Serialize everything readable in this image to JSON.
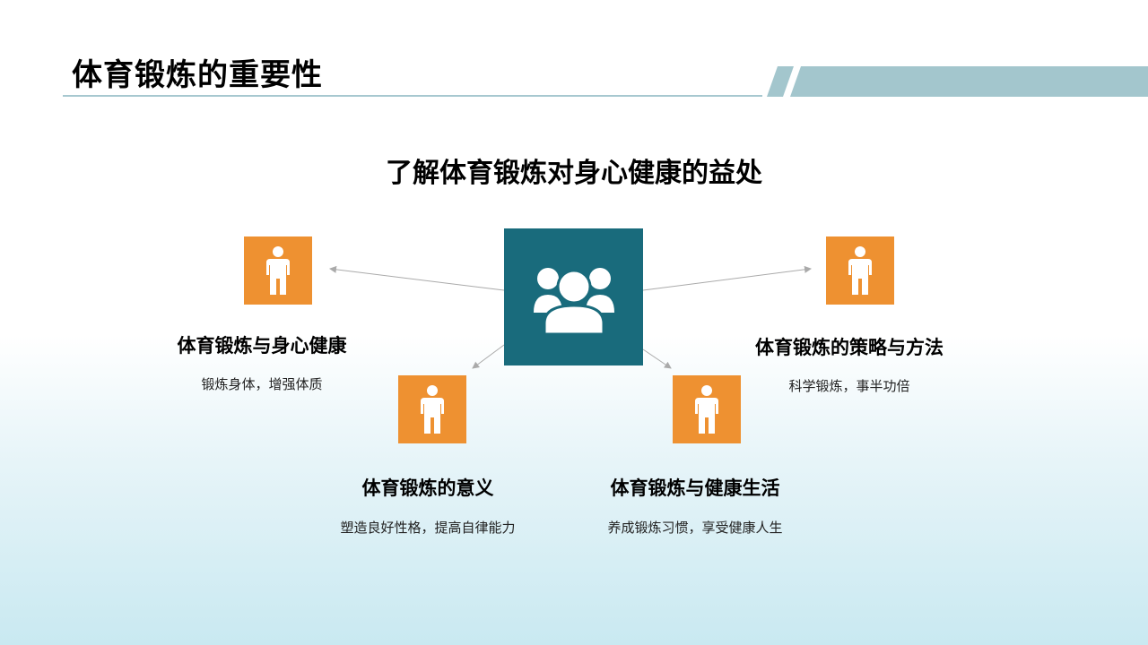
{
  "slide": {
    "title": "体育锻炼的重要性",
    "subtitle": "了解体育锻炼对身心健康的益处"
  },
  "colors": {
    "center_box": "#196b7c",
    "icon_box": "#ee9131",
    "accent_stripe": "#a3c6cd",
    "connector": "#aaaaaa"
  },
  "center": {
    "icon": "group-people-icon"
  },
  "nodes": [
    {
      "icon": "person-icon",
      "title": "体育锻炼与身心健康",
      "desc": "锻炼身体，增强体质"
    },
    {
      "icon": "person-icon",
      "title": "体育锻炼的策略与方法",
      "desc": "科学锻炼，事半功倍"
    },
    {
      "icon": "person-icon",
      "title": "体育锻炼的意义",
      "desc": "塑造良好性格，提高自律能力"
    },
    {
      "icon": "person-icon",
      "title": "体育锻炼与健康生活",
      "desc": "养成锻炼习惯，享受健康人生"
    }
  ]
}
